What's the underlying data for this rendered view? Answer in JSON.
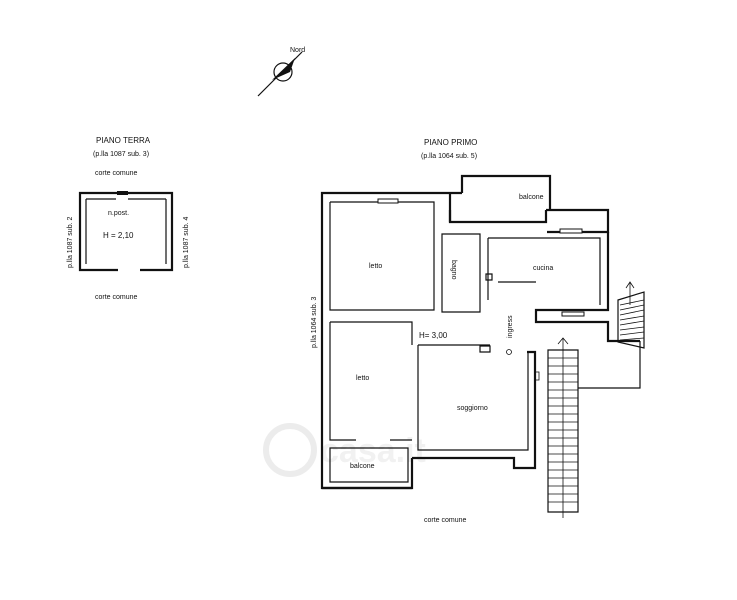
{
  "compass": {
    "label": "Nord"
  },
  "ground_floor": {
    "title": "PIANO TERRA",
    "ref": "(p.lla 1087 sub. 3)",
    "top_label": "corte comune",
    "bottom_label": "corte comune",
    "left_label": "p.lla 1087 sub. 2",
    "right_label": "p.lla 1087 sub. 4",
    "room_name": "n.post.",
    "height": "H = 2,10"
  },
  "first_floor": {
    "title": "PIANO PRIMO",
    "ref": "(p.lla 1064 sub. 5)",
    "left_label": "p.lla 1064 sub. 3",
    "bottom_label": "corte comune",
    "height": "H= 3,00",
    "rooms": {
      "balcone_top": "balcone",
      "letto_1": "letto",
      "bagno": "bagno",
      "cucina": "cucina",
      "ingresso": "ingress",
      "letto_2": "letto",
      "soggiorno": "soggiorno",
      "balcone_bottom": "balcone"
    }
  },
  "watermark": "casa.it"
}
